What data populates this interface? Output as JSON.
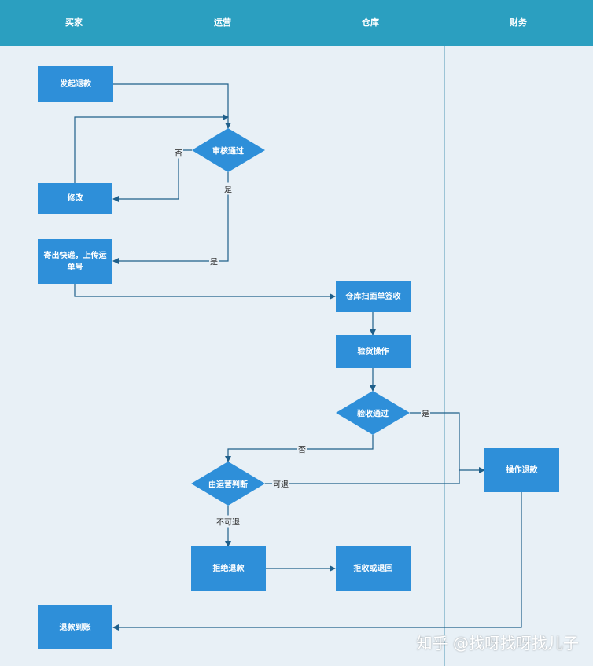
{
  "lanes": [
    "买家",
    "运营",
    "仓库",
    "财务"
  ],
  "nodes": {
    "start_refund": "发起退款",
    "review_pass": "审核通过",
    "modify": "修改",
    "ship": "寄出快递，上传运单号",
    "warehouse_scan": "仓库扫面单签收",
    "inspect": "验货操作",
    "inspect_pass": "验收通过",
    "ops_judge": "由运营判断",
    "finance_refund": "操作退款",
    "reject_refund": "拒绝退款",
    "reject_or_return": "拒收或退回",
    "refund_received": "退款到账"
  },
  "edge_labels": {
    "review_no": "否",
    "review_yes_down": "是",
    "review_yes_ship": "是",
    "inspect_yes": "是",
    "inspect_no": "否",
    "judge_ok": "可退",
    "judge_not": "不可退"
  },
  "watermark": "知乎 @找呀找呀找儿子",
  "colors": {
    "header": "#2b9fc0",
    "background": "#e8f0f6",
    "node": "#2e8fd9",
    "line": "#1f5f8a"
  }
}
